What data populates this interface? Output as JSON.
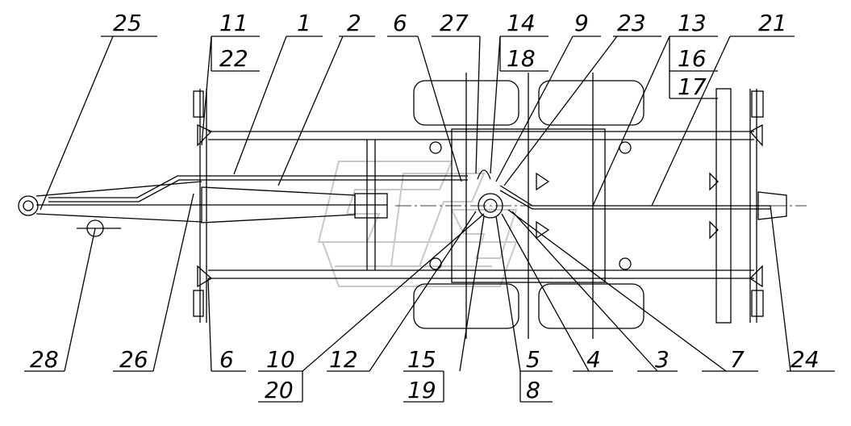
{
  "callouts_top": [
    {
      "id": "c25",
      "label": "25"
    },
    {
      "id": "c11",
      "label": "11"
    },
    {
      "id": "c22",
      "label": "22"
    },
    {
      "id": "c1",
      "label": "1"
    },
    {
      "id": "c2",
      "label": "2"
    },
    {
      "id": "c6t",
      "label": "6"
    },
    {
      "id": "c27",
      "label": "27"
    },
    {
      "id": "c14",
      "label": "14"
    },
    {
      "id": "c18",
      "label": "18"
    },
    {
      "id": "c9",
      "label": "9"
    },
    {
      "id": "c23",
      "label": "23"
    },
    {
      "id": "c13",
      "label": "13"
    },
    {
      "id": "c16",
      "label": "16"
    },
    {
      "id": "c17",
      "label": "17"
    },
    {
      "id": "c21",
      "label": "21"
    }
  ],
  "callouts_bottom": [
    {
      "id": "c28",
      "label": "28"
    },
    {
      "id": "c26",
      "label": "26"
    },
    {
      "id": "c6b",
      "label": "6"
    },
    {
      "id": "c10",
      "label": "10"
    },
    {
      "id": "c20",
      "label": "20"
    },
    {
      "id": "c12",
      "label": "12"
    },
    {
      "id": "c15",
      "label": "15"
    },
    {
      "id": "c19",
      "label": "19"
    },
    {
      "id": "c5",
      "label": "5"
    },
    {
      "id": "c8",
      "label": "8"
    },
    {
      "id": "c4",
      "label": "4"
    },
    {
      "id": "c3",
      "label": "3"
    },
    {
      "id": "c7",
      "label": "7"
    },
    {
      "id": "c24",
      "label": "24"
    }
  ],
  "colors": {
    "line": "#000000",
    "watermark": "#c8c8c8",
    "background": "#ffffff"
  }
}
